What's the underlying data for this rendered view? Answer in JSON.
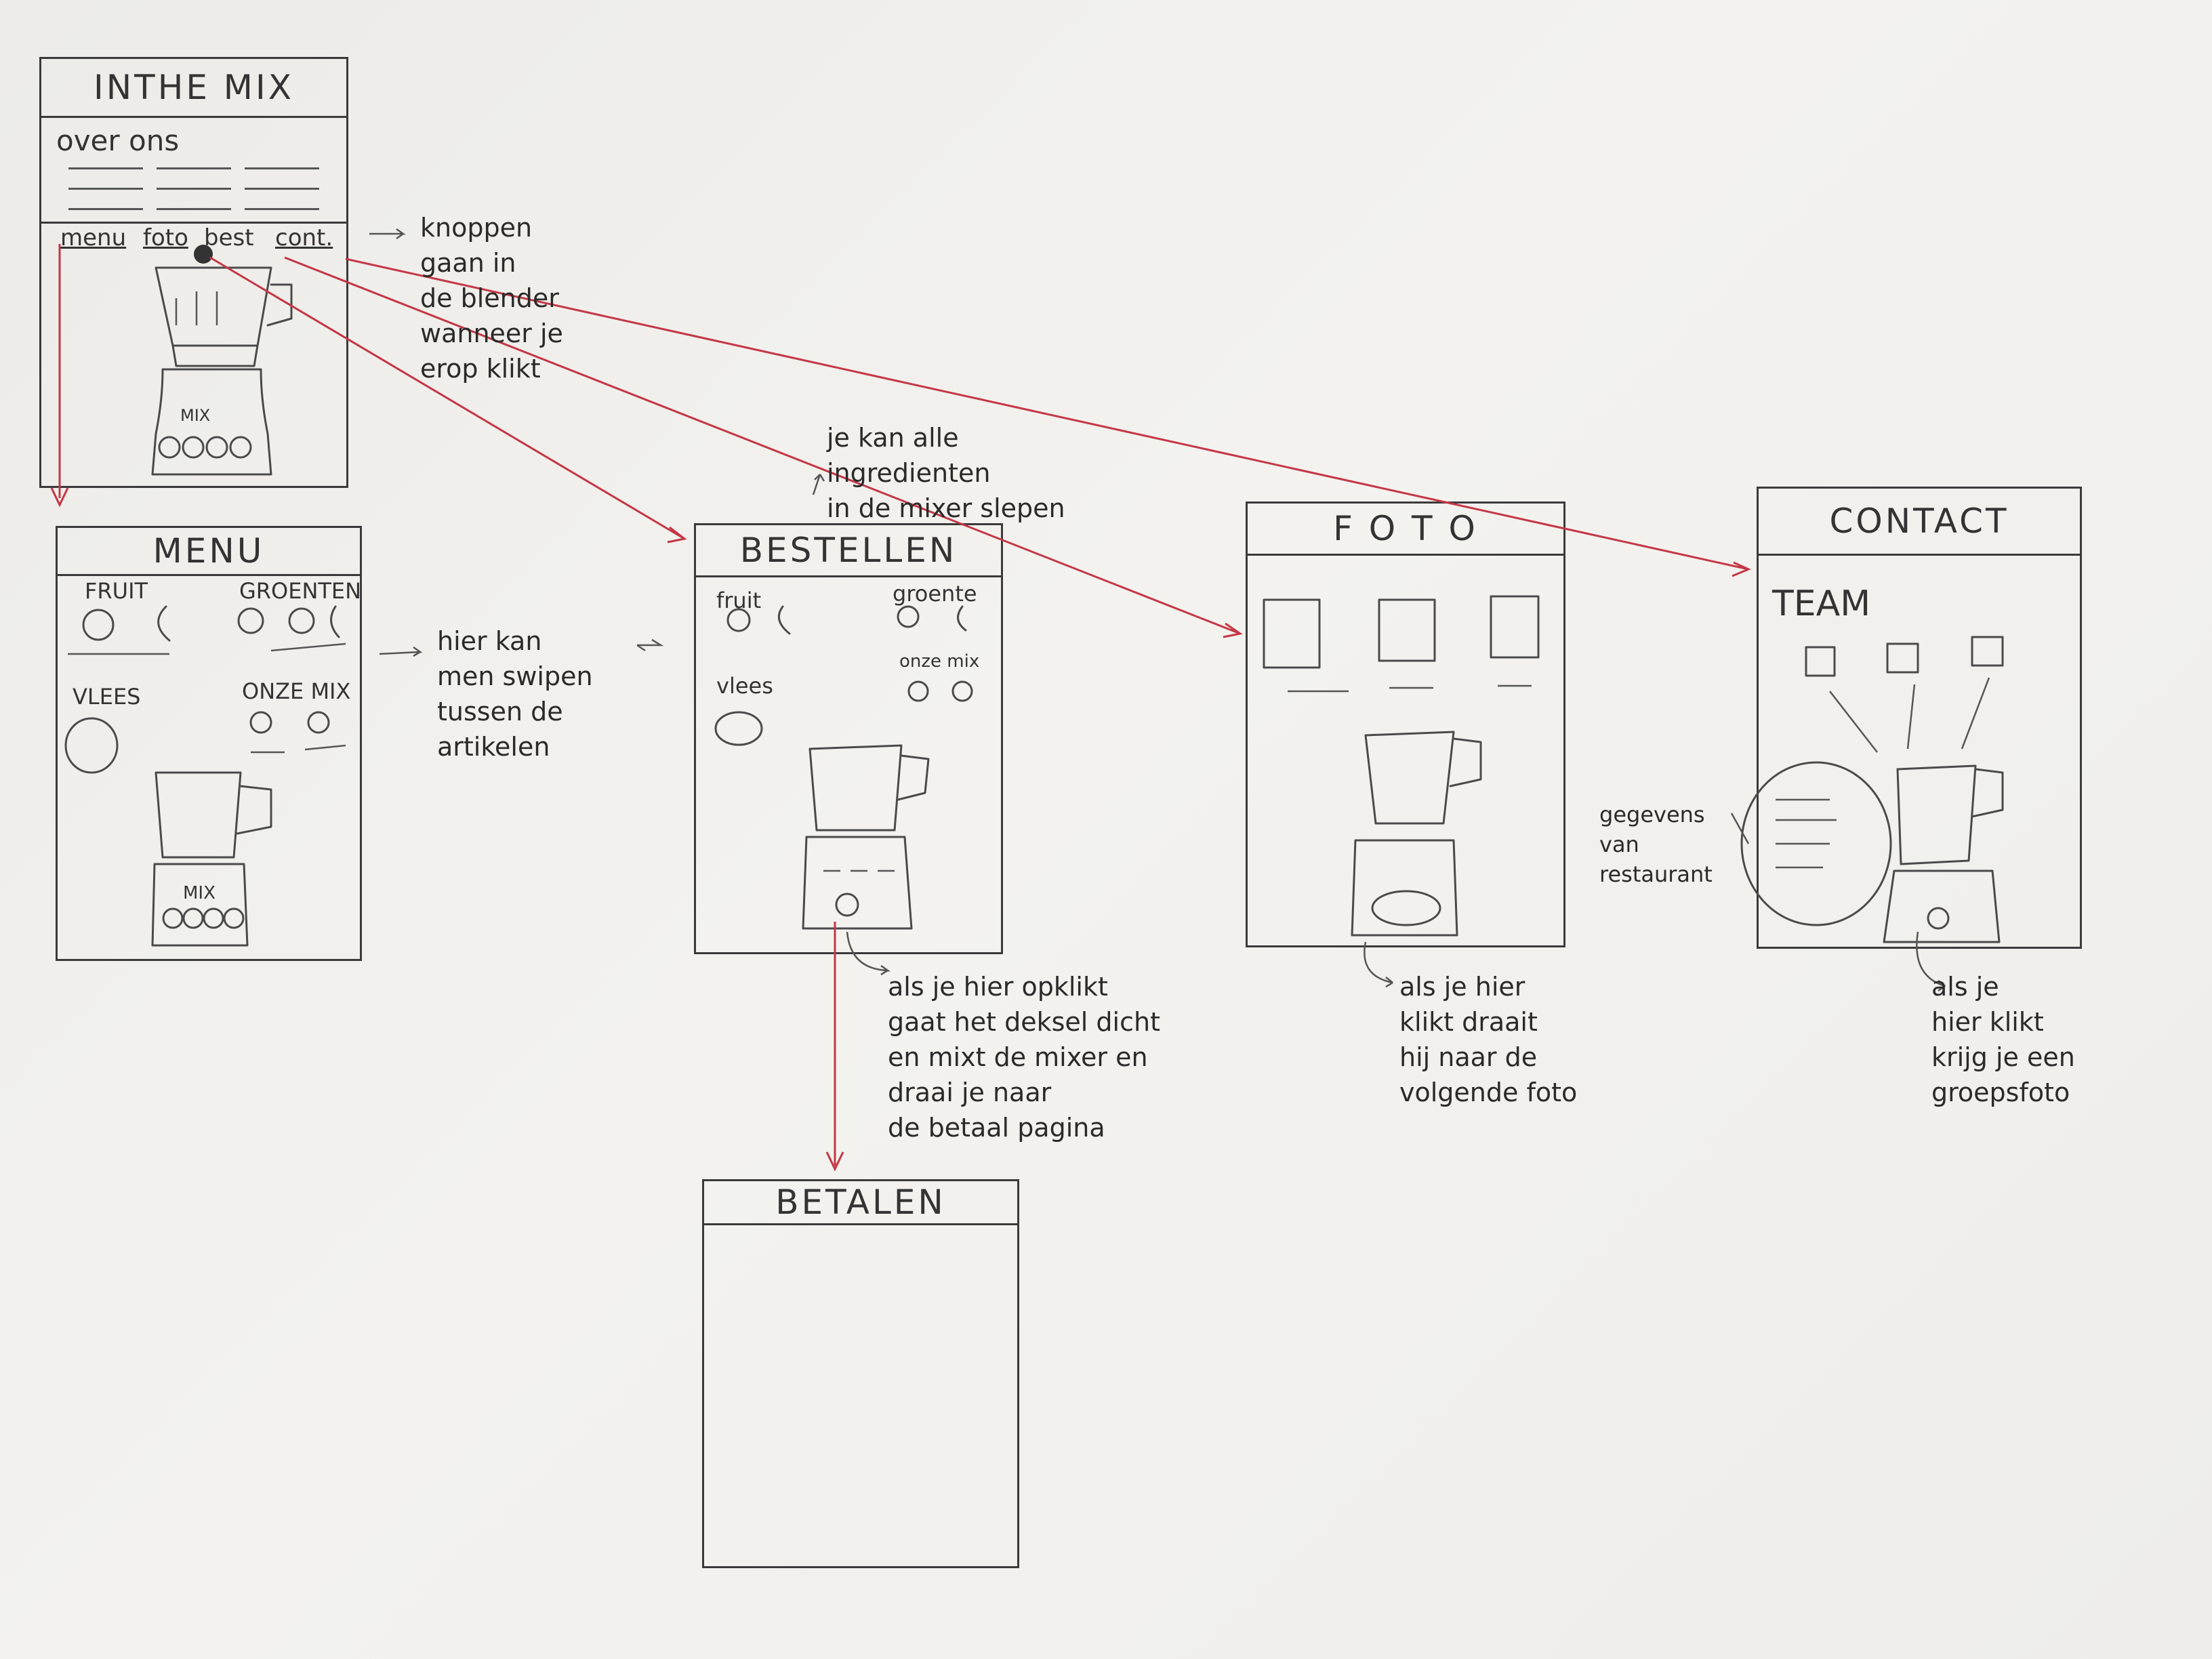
{
  "home": {
    "title": "INTHE MIX",
    "about": "over ons",
    "nav": [
      "menu",
      "foto",
      "best",
      "cont."
    ],
    "blender_label": "MIX"
  },
  "menu_screen": {
    "title": "MENU",
    "categories": [
      "FRUIT",
      "GROENTEN",
      "VLEES",
      "ONZE MIX"
    ],
    "blender_label": "MIX"
  },
  "order_screen": {
    "title": "BESTELLEN",
    "categories": [
      "fruit",
      "groente",
      "vlees",
      "onze mix"
    ]
  },
  "photo_screen": {
    "title": "F O T O"
  },
  "contact_screen": {
    "title": "CONTACT",
    "team": "TEAM",
    "details_label": "gegevens\nvan\nrestaurant"
  },
  "pay_screen": {
    "title": "BETALEN"
  },
  "notes": {
    "buttons": "knoppen\ngaan in\nde blender\nwanneer je\nerop klikt",
    "swipe": "hier kan\nmen swipen\ntussen de\nartikelen",
    "drag": "je kan alle\ningredienten\nin de mixer slepen",
    "mix": "als je hier opklikt\ngaat het deksel dicht\nen mixt de mixer en\ndraai je naar\nde betaal pagina",
    "photo_next": "als je hier\nklikt draait\nhij naar de\nvolgende foto",
    "group_photo": "als je\nhier klikt\nkrijg je een\ngroepsfoto"
  },
  "colors": {
    "ink": "#3a3a3a",
    "arrow": "#c43646",
    "paper": "#f0efeb"
  }
}
